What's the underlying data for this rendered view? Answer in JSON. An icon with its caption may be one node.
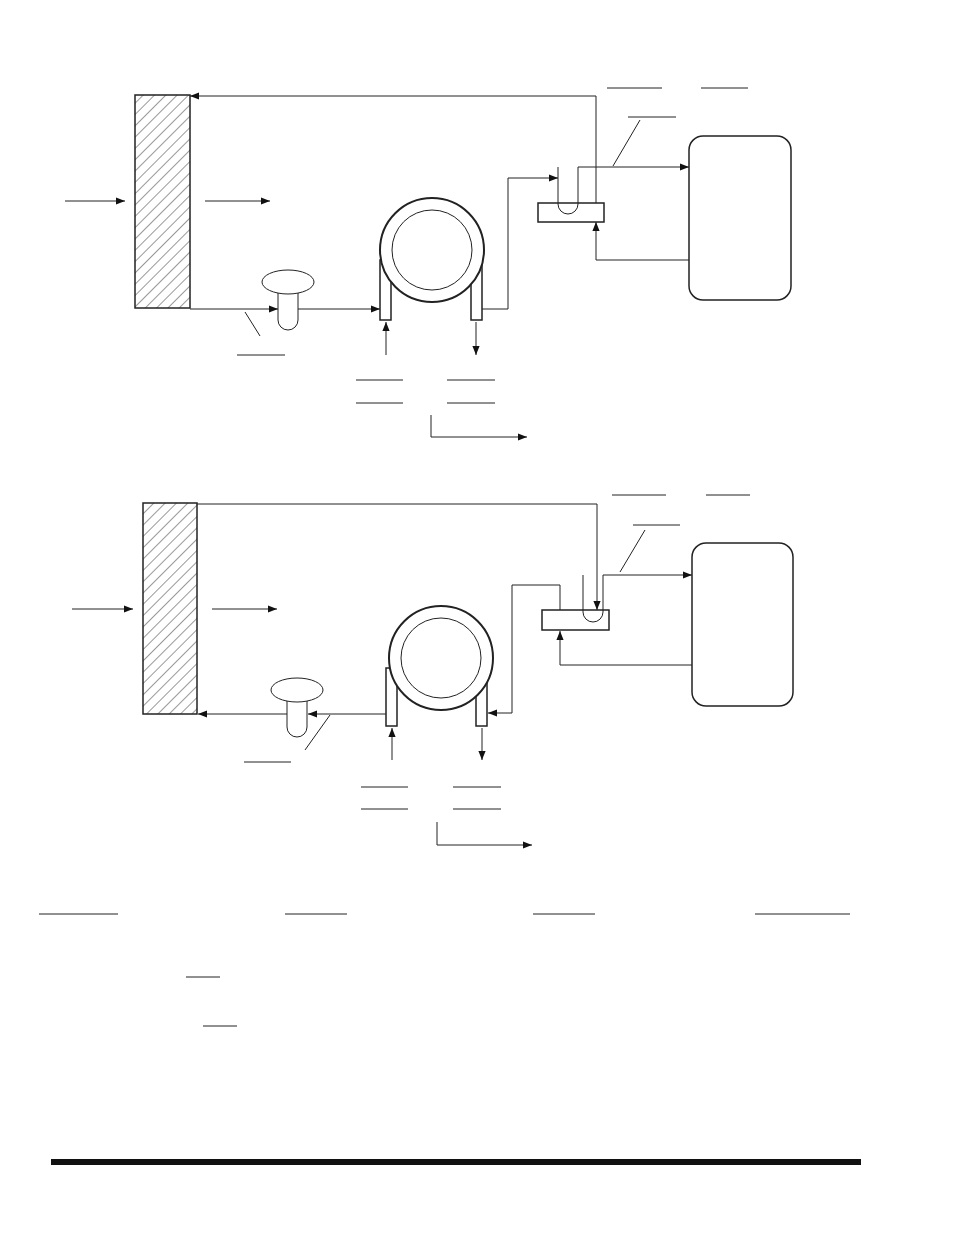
{
  "diagram": {
    "nodes": [
      {
        "text": [],
        "shape": "box"
      },
      {
        "text": [],
        "shape": "bulb"
      },
      {
        "text": [],
        "shape": "circle"
      },
      {
        "text": [],
        "shape": "box"
      },
      {
        "text": [],
        "shape": "box"
      },
      {
        "text": [],
        "shape": "box"
      },
      {
        "text": [],
        "shape": "bulb"
      },
      {
        "text": [],
        "shape": "circle"
      },
      {
        "text": [],
        "shape": "box"
      },
      {
        "text": [],
        "shape": "box"
      }
    ],
    "edges": [
      {
        "from": 4,
        "to": 3,
        "arrow": "to"
      },
      {
        "from": 3,
        "to": 0,
        "arrow": "to"
      },
      {
        "from": 0,
        "to": 1,
        "arrow": "to"
      },
      {
        "from": 1,
        "to": 2,
        "arrow": "to"
      },
      {
        "from": 2,
        "to": 3,
        "arrow": "to"
      },
      {
        "from": 3,
        "to": 4,
        "arrow": "to"
      },
      {
        "from": null,
        "to": 0,
        "arrow": "to"
      },
      {
        "from": 0,
        "to": null,
        "arrow": "to"
      },
      {
        "from": null,
        "to": 2,
        "arrow": "to"
      },
      {
        "from": 2,
        "to": null,
        "arrow": "to"
      },
      {
        "from": 5,
        "to": 8,
        "arrow": "to"
      },
      {
        "from": 8,
        "to": 7,
        "arrow": "to"
      },
      {
        "from": 9,
        "to": 8,
        "arrow": "to"
      },
      {
        "from": 8,
        "to": 9,
        "arrow": "to"
      },
      {
        "from": 7,
        "to": 6,
        "arrow": "to"
      },
      {
        "from": 6,
        "to": 5,
        "arrow": "to"
      },
      {
        "from": null,
        "to": 5,
        "arrow": "to"
      },
      {
        "from": 5,
        "to": null,
        "arrow": "to"
      },
      {
        "from": null,
        "to": 7,
        "arrow": "to"
      },
      {
        "from": 7,
        "to": null,
        "arrow": "to"
      },
      {
        "from": 3,
        "to": null,
        "arrow": "none"
      },
      {
        "from": 1,
        "to": null,
        "arrow": "none"
      },
      {
        "from": 8,
        "to": null,
        "arrow": "none"
      },
      {
        "from": 6,
        "to": null,
        "arrow": "none"
      }
    ]
  }
}
